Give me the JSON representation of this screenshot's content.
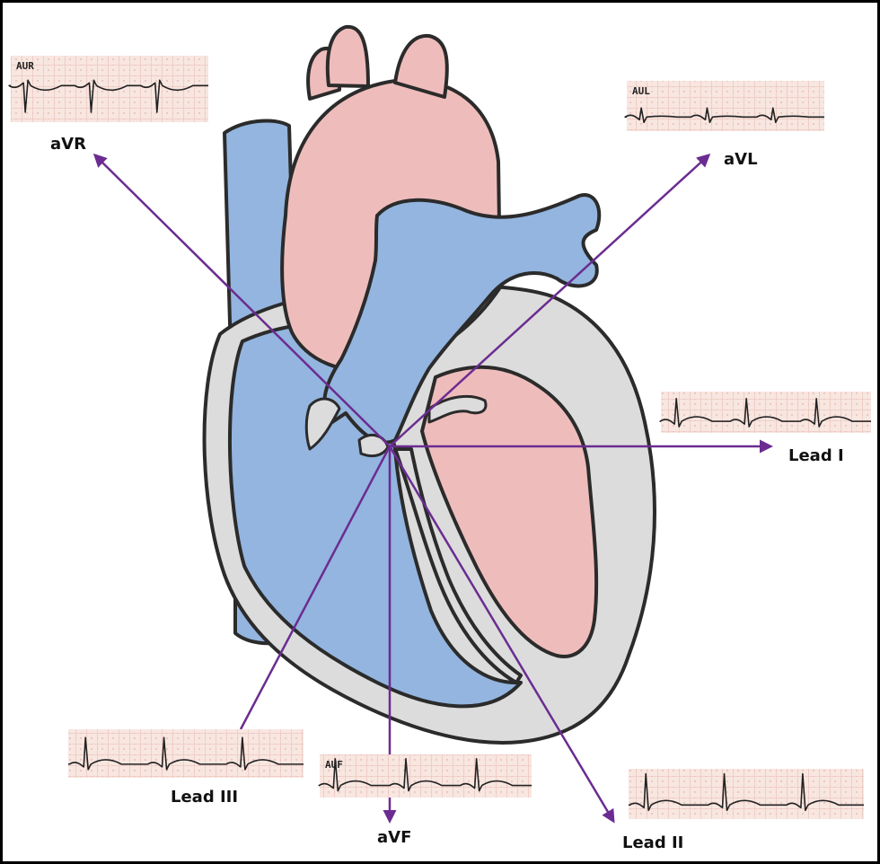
{
  "colors": {
    "oxygenated": "#efbcbc",
    "deoxygenated": "#93b5df",
    "wall": "#dcdcdc",
    "outline": "#2b2b2b",
    "axis": "#6b2c91",
    "strip_bg": "#f8e6e0",
    "strip_grid": "#e3b0a6",
    "trace": "#222222"
  },
  "center": "aVF",
  "leads": [
    {
      "id": "avr",
      "label": "aVR",
      "strip_label": "AUR",
      "angle": -150
    },
    {
      "id": "avl",
      "label": "aVL",
      "strip_label": "AUL",
      "angle": -30
    },
    {
      "id": "lead1",
      "label": "Lead I",
      "strip_label": "",
      "angle": 0
    },
    {
      "id": "lead2",
      "label": "Lead II",
      "strip_label": "",
      "angle": 60
    },
    {
      "id": "avf",
      "label": "aVF",
      "strip_label": "AUF",
      "angle": 90
    },
    {
      "id": "lead3",
      "label": "Lead III",
      "strip_label": "",
      "angle": 120
    }
  ]
}
